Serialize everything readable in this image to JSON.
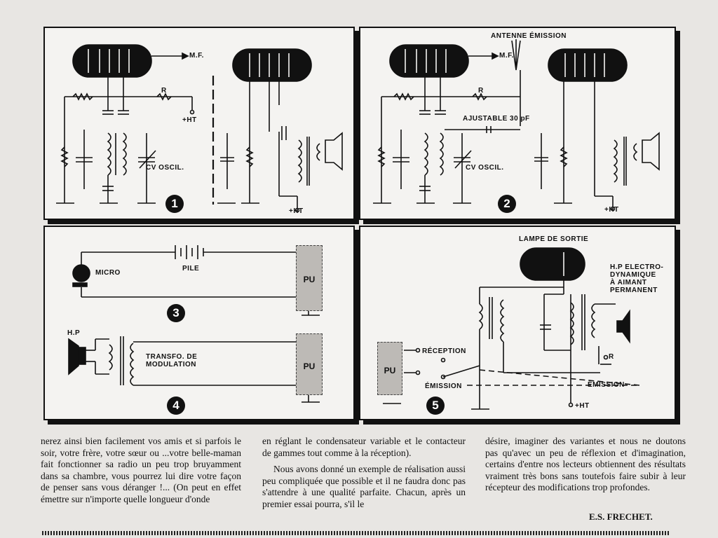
{
  "figures": {
    "fig1": {
      "number": "1",
      "mf": "M.F.",
      "r": "R",
      "ht": "+HT",
      "cv": "CV  OSCIL.",
      "ht2": "+HT"
    },
    "fig2": {
      "number": "2",
      "antenna": "ANTENNE ÉMISSION",
      "mf": "M.F.",
      "r": "R",
      "adjustable": "AJUSTABLE 30 pF",
      "cv": "CV  OSCIL.",
      "ht": "+HT"
    },
    "fig3": {
      "number": "3",
      "micro": "MICRO",
      "pile": "PILE",
      "pu": "PU"
    },
    "fig4": {
      "number": "4",
      "hp": "H.P",
      "transfo": "TRANSFO. DE\nMODULATION",
      "pu": "PU"
    },
    "fig5": {
      "number": "5",
      "lampe": "LAMPE DE SORTIE",
      "hp": "H.P ELECTRO-\nDYNAMIQUE\nÀ AIMANT\nPERMANENT",
      "reception": "RÉCEPTION",
      "emission_left": "ÉMISSION",
      "emission_right": "ÉMISSION",
      "r": "R",
      "ht": "+HT",
      "pu": "PU"
    }
  },
  "article": {
    "col1": "nerez ainsi bien facilement vos amis et si parfois le soir, votre frère, votre sœur ou ...votre belle-maman fait fonctionner sa radio un peu trop bruyamment dans sa chambre, vous pourrez lui dire votre façon de penser sans vous déranger !... (On peut en effet émettre sur n'importe quelle longueur d'onde",
    "col2_p1": "en réglant le condensateur variable et le contacteur de gammes tout comme à la réception).",
    "col2_p2": "Nous avons donné un exemple de réalisation aussi peu compliquée que possible et il ne faudra donc pas s'attendre à une qualité parfaite. Chacun, après un premier essai pourra, s'il le",
    "col3": "désire, imaginer des variantes et nous ne doutons pas qu'avec un peu de réflexion et d'imagination, certains d'entre nos lecteurs obtiennent des résultats vraiment très bons sans toutefois faire subir à leur récepteur des modifications trop profondes.",
    "signature": "E.S. FRECHET."
  }
}
